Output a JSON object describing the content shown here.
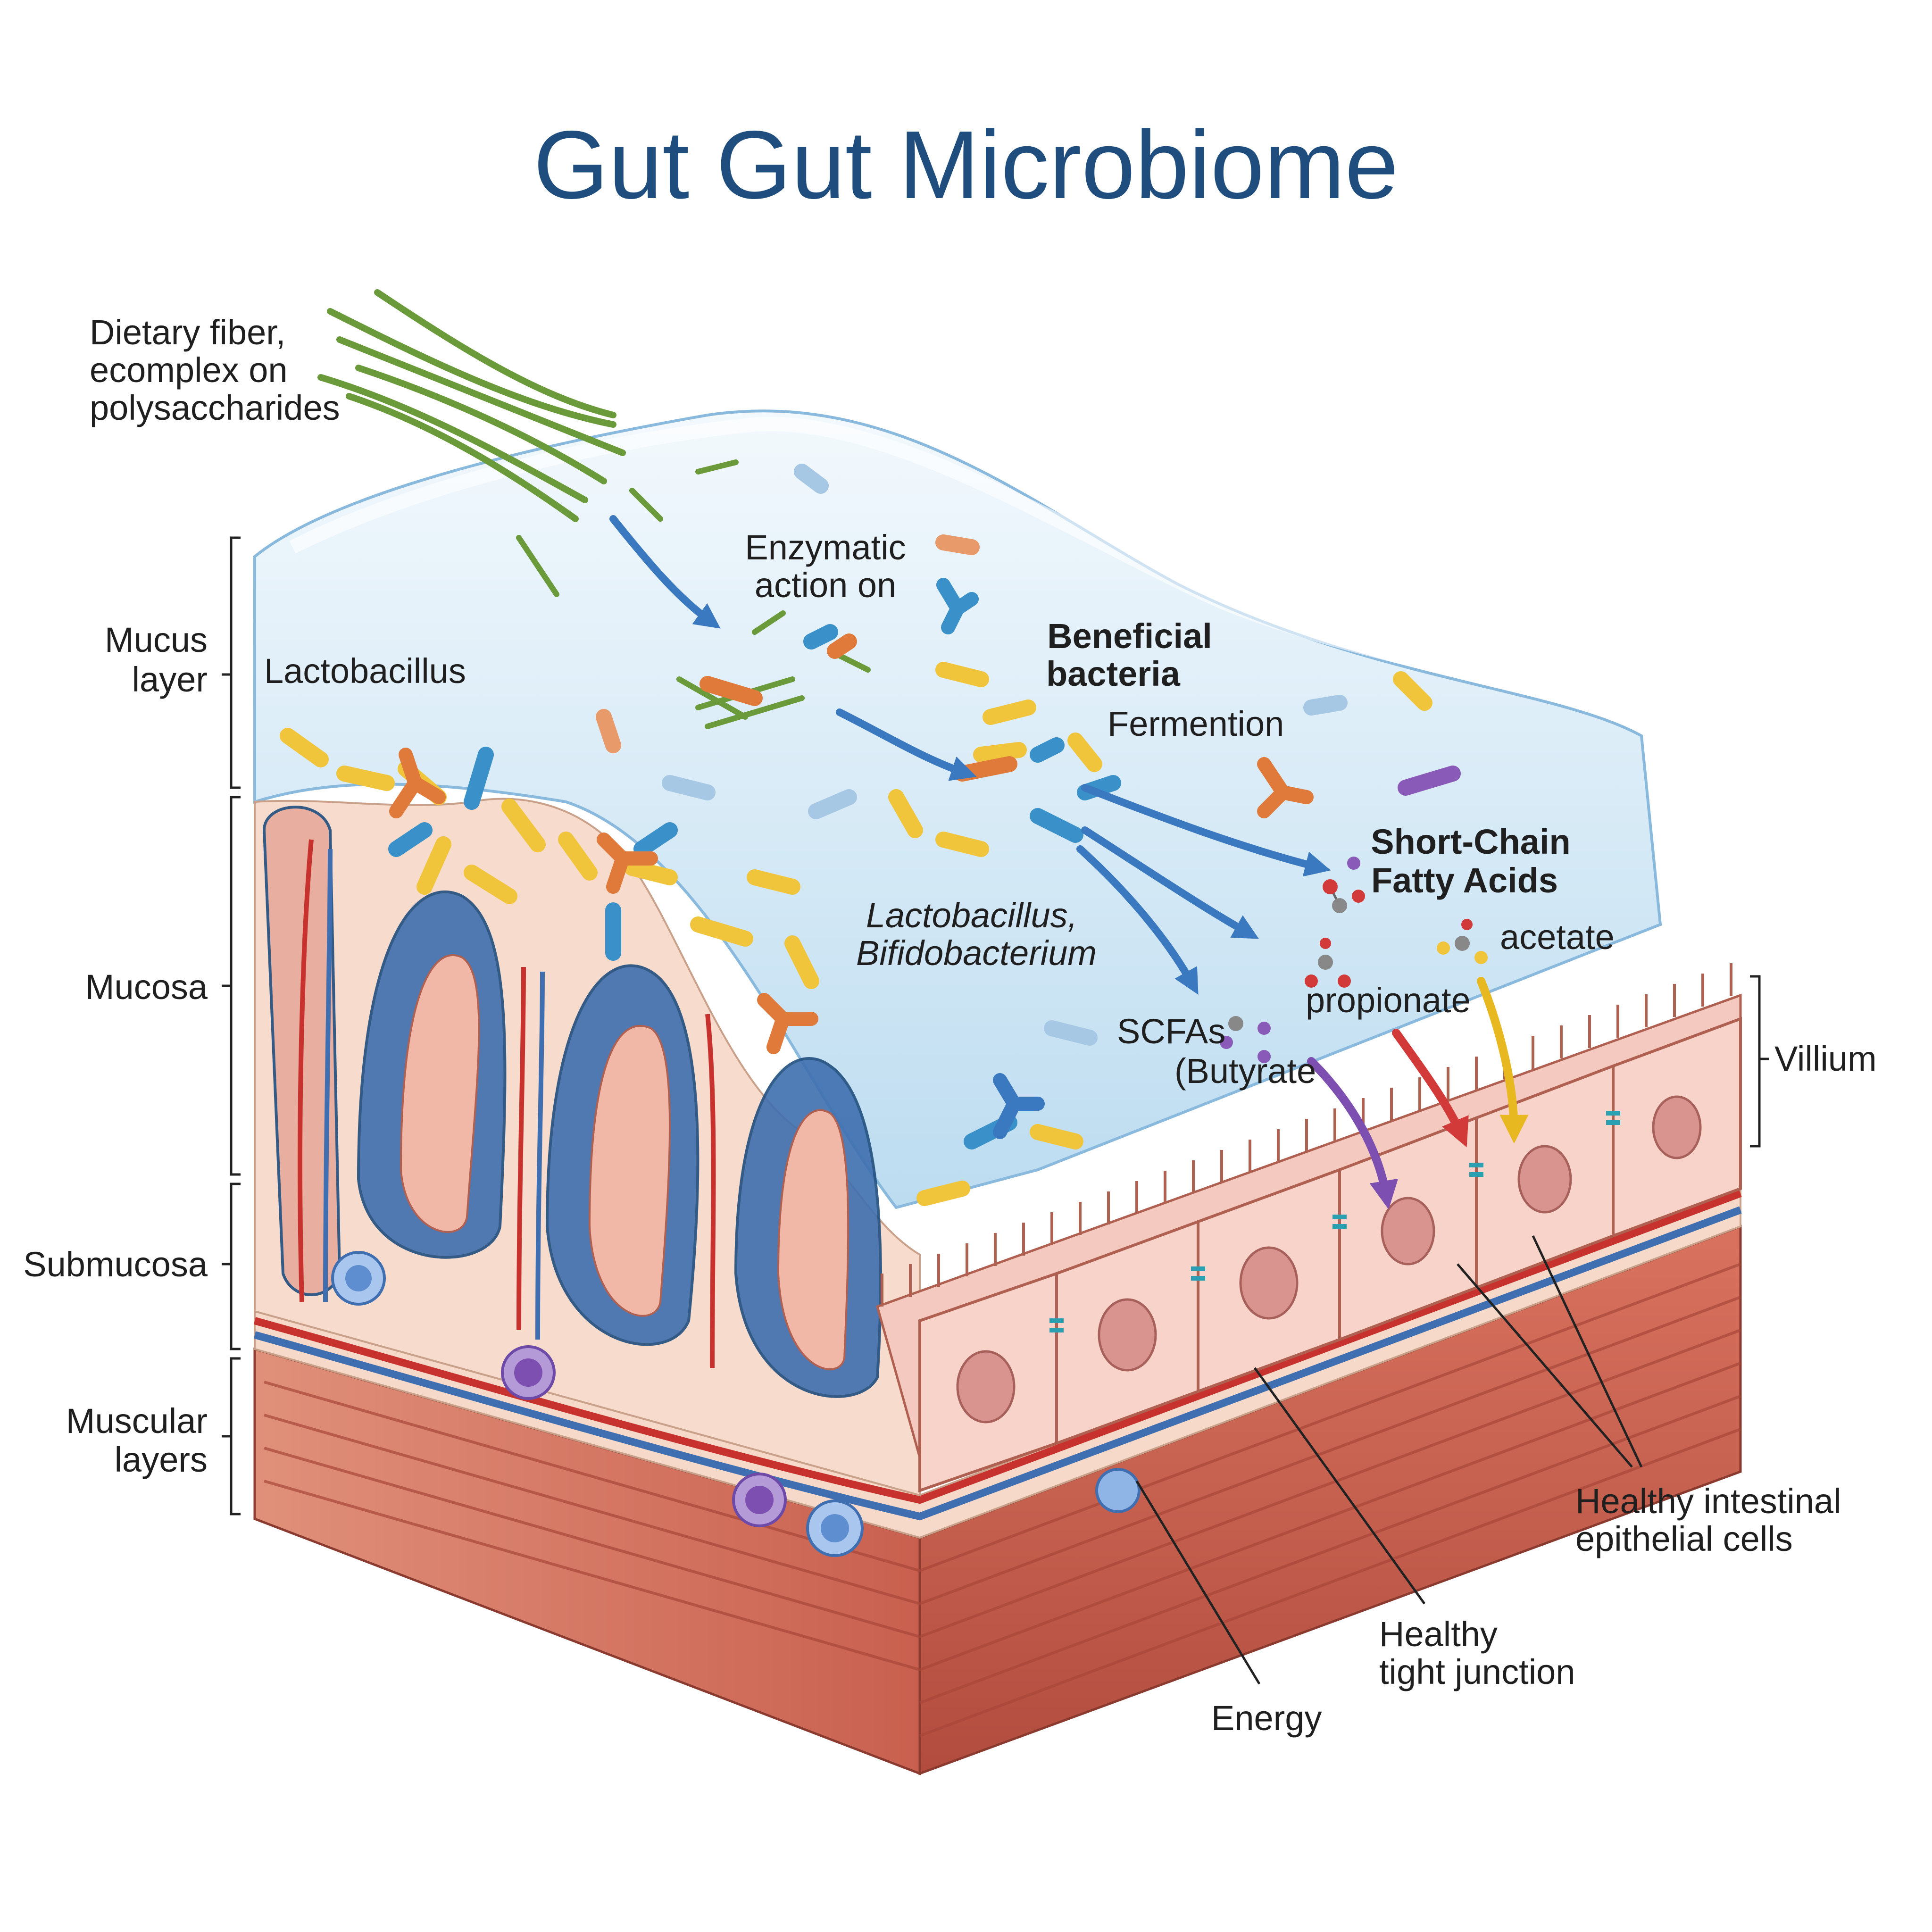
{
  "title": "Gut Gut Microbiome",
  "layers": {
    "mucus": [
      "Mucus",
      "layer"
    ],
    "mucosa": "Mucosa",
    "submucosa": "Submucosa",
    "muscular": [
      "Muscular",
      "layers"
    ],
    "villium": "Villium"
  },
  "labels": {
    "dietary_fiber": [
      "Dietary fiber,",
      "ecomplex on",
      "polysaccharides"
    ],
    "lactobacillus": "Lactobacillus",
    "enzymatic": [
      "Enzymatic",
      "action on"
    ],
    "beneficial": [
      "Beneficial",
      "bacteria"
    ],
    "fermention": "Fermention",
    "species": [
      "Lactobacillus,",
      "Bifidobacterium"
    ],
    "scfa_title": [
      "Short-Chain",
      "Fatty Acids"
    ],
    "acetate": "acetate",
    "propionate": "propionate",
    "scfas": "SCFAs",
    "butyrate": "(Butyrate",
    "epithelial": [
      "Healthy intestinal",
      "epithelial cells"
    ],
    "tight_junction": [
      "Healthy",
      "tight junction"
    ],
    "energy": "Energy"
  },
  "colors": {
    "title": "#1f4e7e",
    "mucus": "#cfe6f5",
    "epithelium": "#f3c9c0",
    "muscle": "#c9604f",
    "artery": "#c8322e",
    "vein": "#3f6fb0",
    "fiber": "#6a9a3a",
    "arrow_blue": "#3a78c0",
    "arrow_purple": "#7d4fb0",
    "arrow_red": "#d23a3a",
    "arrow_yellow": "#e8b820"
  }
}
